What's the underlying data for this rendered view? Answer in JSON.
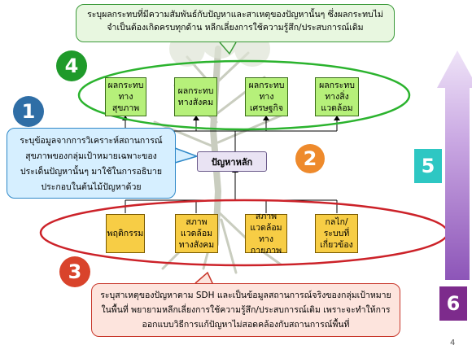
{
  "top_note": "ระบุผลกระทบที่มีความสัมพันธ์กับปัญหาและสาเหตุของปัญหานั้นๆ ซึ่งผลกระทบไม่จำเป็นต้องเกิดครบทุกด้าน หลีกเลี่ยงการใช้ความรู้สึก/ประสบการณ์เดิม",
  "impacts": [
    "ผลกระทบทางสุขภาพ",
    "ผลกระทบทางสังคม",
    "ผลกระทบทางเศรษฐกิจ",
    "ผลกระทบทางสิ่งแวดล้อม"
  ],
  "left_note": "ระบุข้อมูลจากการวิเคราะห์สถานการณ์สุขภาพของกลุ่มเป้าหมายเฉพาะของประเด็นปัญหานั้นๆ มาใช้ในการอธิบายประกอบในต้นไม้ปัญหาด้วย",
  "main_problem": "ปัญหาหลัก",
  "causes": [
    "พฤติกรรม",
    "สภาพแวดล้อมทางสังคม",
    "สภาพแวดล้อมทางกายภาพ",
    "กลไก/ระบบที่เกี่ยวข้อง"
  ],
  "bottom_note": "ระบุสาเหตุของปัญหาตาม SDH และเป็นข้อมูลสถานการณ์จริงของกลุ่มเป้าหมายในพื้นที่ พยายามหลีกเลี่ยงการใช้ความรู้สึก/ประสบการณ์เดิม เพราะจะทำให้การออกแบบวิธีการแก้ปัญหาไม่สอดคล้องกับสถานการณ์พื้นที่",
  "markers": {
    "n1": "1",
    "n2": "2",
    "n3": "3",
    "n4": "4",
    "n5": "5",
    "n6": "6"
  },
  "page_number": "4",
  "colors": {
    "green": "#23a32b",
    "blue": "#2f6ea6",
    "orange": "#ee8a2c",
    "red": "#d9432b",
    "teal": "#2ec7c3",
    "purple": "#7d2b8c"
  }
}
